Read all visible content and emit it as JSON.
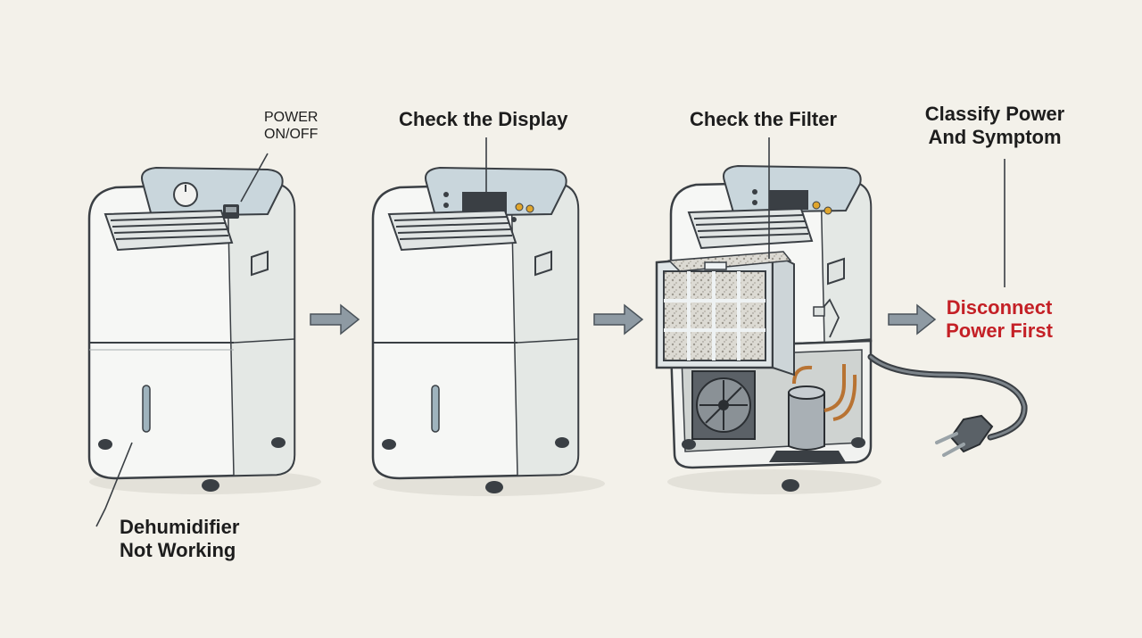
{
  "labels": {
    "power_switch_line1": "POWER",
    "power_switch_line2": "ON/OFF",
    "step1_line1": "Dehumidifier",
    "step1_line2": "Not Working",
    "step2": "Check the Display",
    "step3": "Check the Filter",
    "step4_line1": "Classify Power",
    "step4_line2": "And Symptom",
    "warning_line1": "Disconnect",
    "warning_line2": "Power First"
  },
  "colors": {
    "background": "#f3f1ea",
    "unit_body": "#f6f7f5",
    "unit_shadow": "#d9ddd8",
    "panel": "#c9d6dc",
    "outline": "#3a3f44",
    "arrow": "#8e9aa3",
    "warning": "#c42026",
    "indicator": "#e0a52c"
  },
  "icons": {
    "flow_arrow": "arrow-right-icon",
    "plug": "power-plug-icon",
    "fan": "fan-icon",
    "compressor": "compressor-icon"
  }
}
